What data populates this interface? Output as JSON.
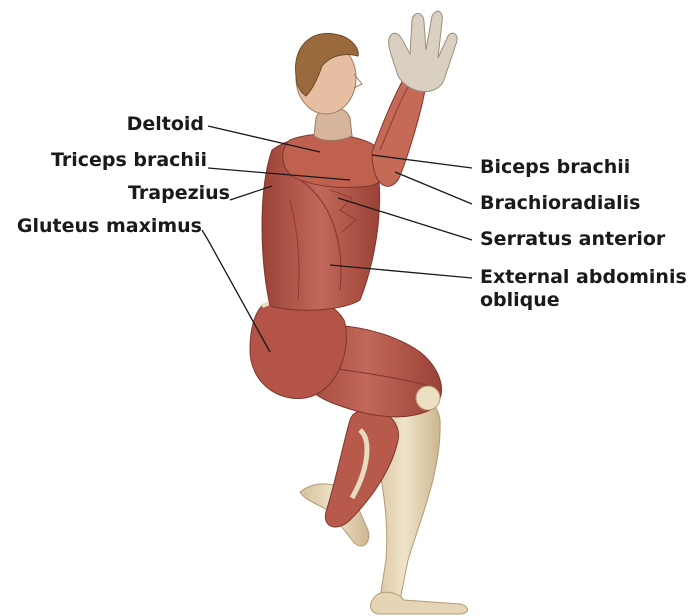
{
  "labels": {
    "deltoid": "Deltoid",
    "triceps": "Triceps brachii",
    "trapezius": "Trapezius",
    "gluteus": "Gluteus maximus",
    "biceps": "Biceps brachii",
    "brachioradialis": "Brachioradialis",
    "serratus": "Serratus anterior",
    "external_line1": "External abdominis",
    "external_line2": "oblique"
  },
  "colors": {
    "muscle": "#b5574a",
    "muscle_dark": "#8e3b32",
    "muscle_light": "#cf7a68",
    "bone": "#e9dcc0",
    "skin": "#e8c3a6",
    "hair": "#9a6a3c",
    "leader": "#1a1a1a"
  }
}
